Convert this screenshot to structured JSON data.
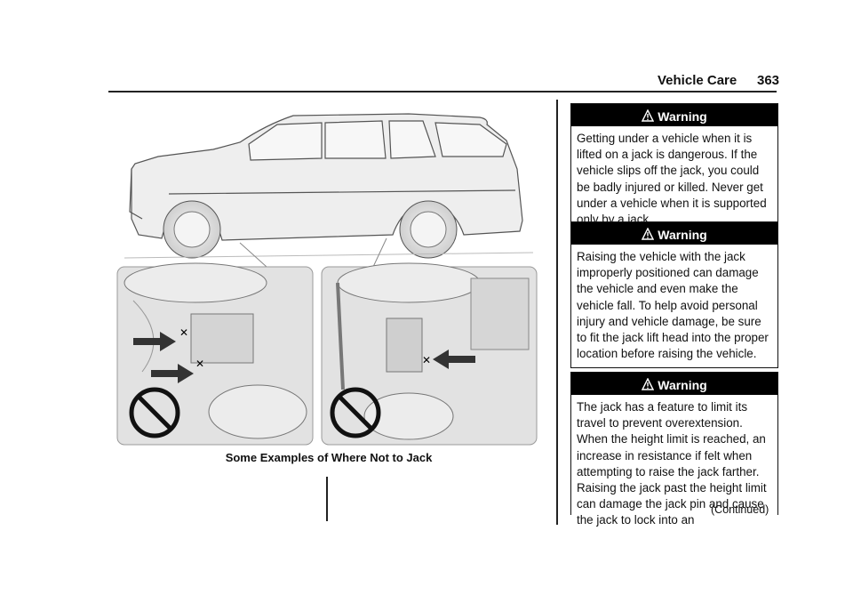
{
  "header": {
    "section": "Vehicle Care",
    "page_number": "363"
  },
  "figure": {
    "caption": "Some Examples of Where Not to Jack"
  },
  "warnings": [
    {
      "title": "Warning",
      "text": "Getting under a vehicle when it is lifted on a jack is dangerous. If the vehicle slips off the jack, you could be badly injured or killed. Never get under a vehicle when it is supported only by a jack."
    },
    {
      "title": "Warning",
      "text": "Raising the vehicle with the jack improperly positioned can damage the vehicle and even make the vehicle fall. To help avoid personal injury and vehicle damage, be sure to fit the jack lift head into the proper location before raising the vehicle."
    },
    {
      "title": "Warning",
      "text": "The jack has a feature to limit its travel to prevent overextension. When the height limit is reached, an increase in resistance if felt when attempting to raise the jack farther. Raising the jack past the height limit can damage the jack pin and cause the jack to lock into an"
    }
  ],
  "continued": "(Continued)",
  "icons": [
    "warning-triangle-icon",
    "no-symbol-icon",
    "arrow-icon"
  ]
}
